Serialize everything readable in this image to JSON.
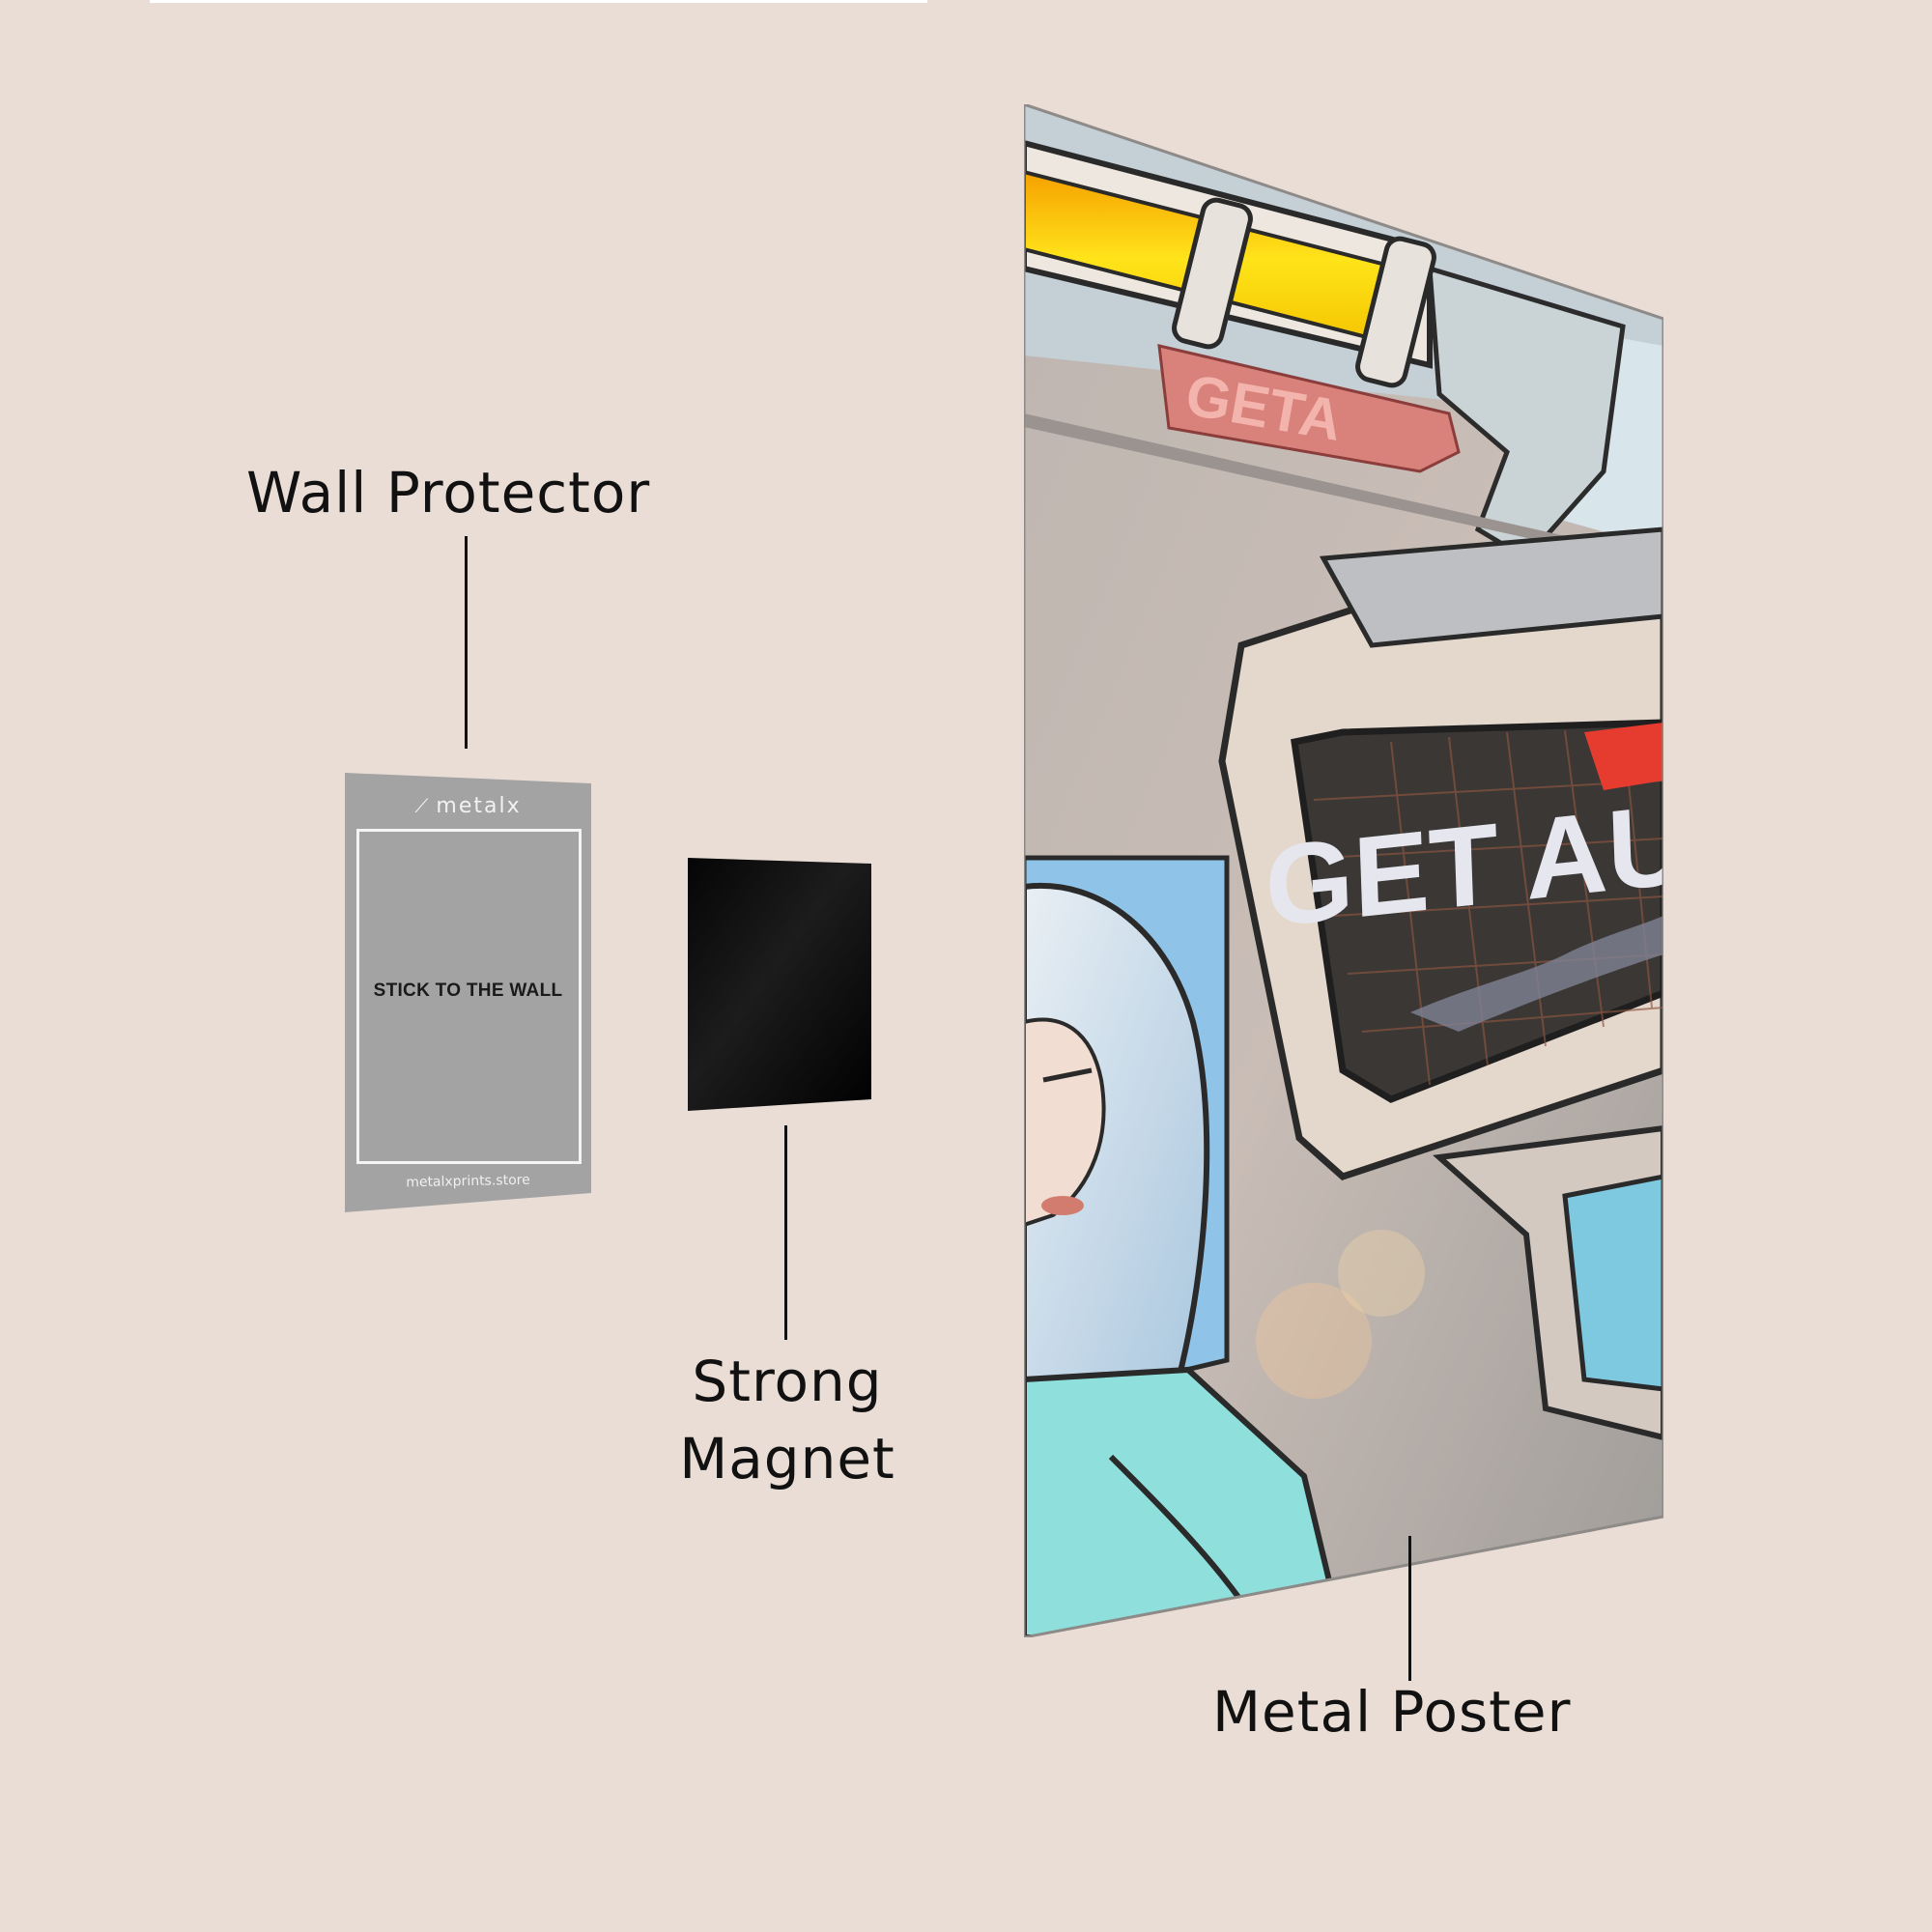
{
  "labels": {
    "wall_protector": "Wall Protector",
    "strong_magnet_line1": "Strong",
    "strong_magnet_line2": "Magnet",
    "metal_poster": "Metal Poster"
  },
  "protector": {
    "brand": "metalx",
    "instruction": "STICK TO THE WALL",
    "url": "metalxprints.store"
  },
  "poster": {
    "sign_text": "GET AUG",
    "small_sign_text": "GETA"
  },
  "colors": {
    "background": "#e9ddd5",
    "protector": "#a3a3a3",
    "magnet": "#000000",
    "label_text": "#111111"
  }
}
